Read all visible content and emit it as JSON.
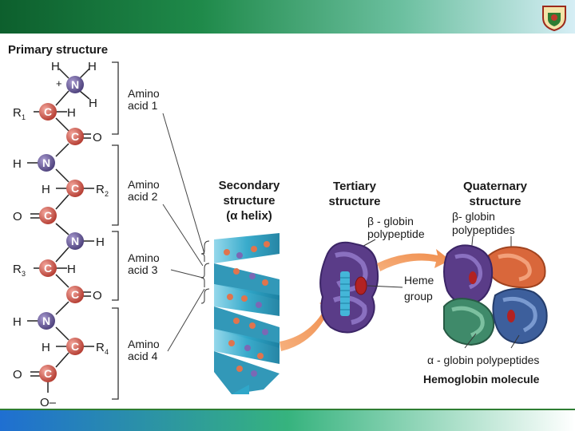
{
  "primary": {
    "title": "Primary structure",
    "amino_acids": [
      {
        "line1": "Amino",
        "line2": "acid 1"
      },
      {
        "line1": "Amino",
        "line2": "acid 2"
      },
      {
        "line1": "Amino",
        "line2": "acid 3"
      },
      {
        "line1": "Amino",
        "line2": "acid 4"
      }
    ],
    "atoms": {
      "N": "N",
      "C": "C",
      "H": "H",
      "O": "O",
      "R1": "R",
      "R1_sub": "1",
      "R2": "R",
      "R2_sub": "2",
      "R3": "R",
      "R3_sub": "3",
      "R4": "R",
      "R4_sub": "4",
      "plus": "+",
      "o_minus": "O–"
    }
  },
  "secondary": {
    "line1": "Secondary",
    "line2": "structure",
    "line3": "(α helix)"
  },
  "tertiary": {
    "line1": "Tertiary",
    "line2": "structure",
    "beta_line1": "β - globin",
    "beta_line2": "polypeptide",
    "heme_line1": "Heme",
    "heme_line2": "group"
  },
  "quaternary": {
    "line1": "Quaternary",
    "line2": "structure",
    "beta_line1": "β- globin",
    "beta_line2": "polypeptides",
    "alpha_label": "α - globin polypeptides",
    "molecule_label": "Hemoglobin molecule"
  },
  "colors": {
    "carbon": "#c8463a",
    "nitrogen": "#5b4f8c",
    "helix": "#2fa7c9",
    "beta_chain": "#5a3c88",
    "alpha_chain": "#3f8a6a",
    "heme": "#b22222",
    "orange_chain": "#d9673b",
    "arrow": "#f39a5b"
  }
}
